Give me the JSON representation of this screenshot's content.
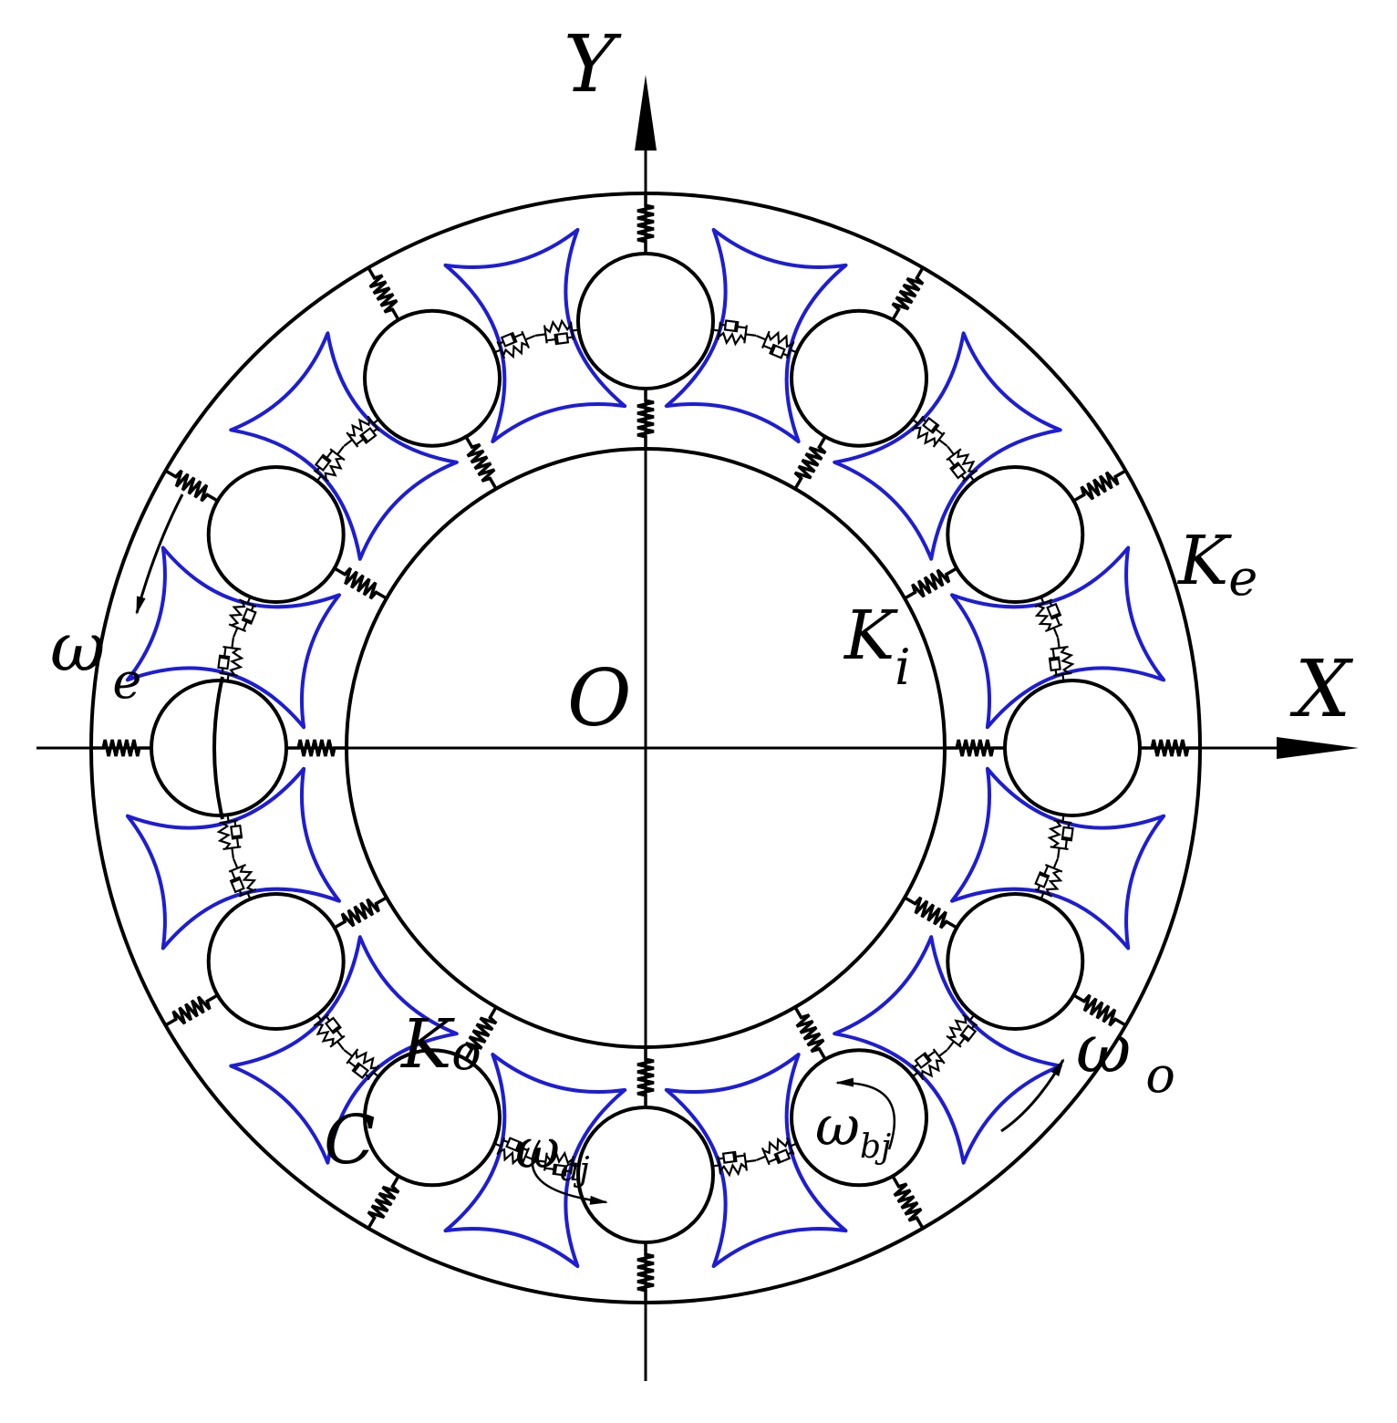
{
  "diagram": {
    "axes": {
      "x_label": "X",
      "y_label": "Y",
      "origin_label": "O"
    },
    "ring_stiffness": {
      "outer": {
        "symbol": "K",
        "sub": "e"
      },
      "inner": {
        "symbol": "K",
        "sub": "i"
      }
    },
    "cage_contact": {
      "stiffness": {
        "symbol": "K",
        "sub": "o"
      },
      "damping": "C"
    },
    "speeds": {
      "outer_ring": {
        "symbol": "ω",
        "sub": "e"
      },
      "cage": {
        "symbol": "ω",
        "sub": "o"
      },
      "ball_a": {
        "symbol": "ω",
        "sub": "aj"
      },
      "ball_b": {
        "symbol": "ω",
        "sub": "bj"
      }
    },
    "colors": {
      "lines": "#000000",
      "pockets": "#1d1dd6"
    },
    "ball_count": 12
  }
}
